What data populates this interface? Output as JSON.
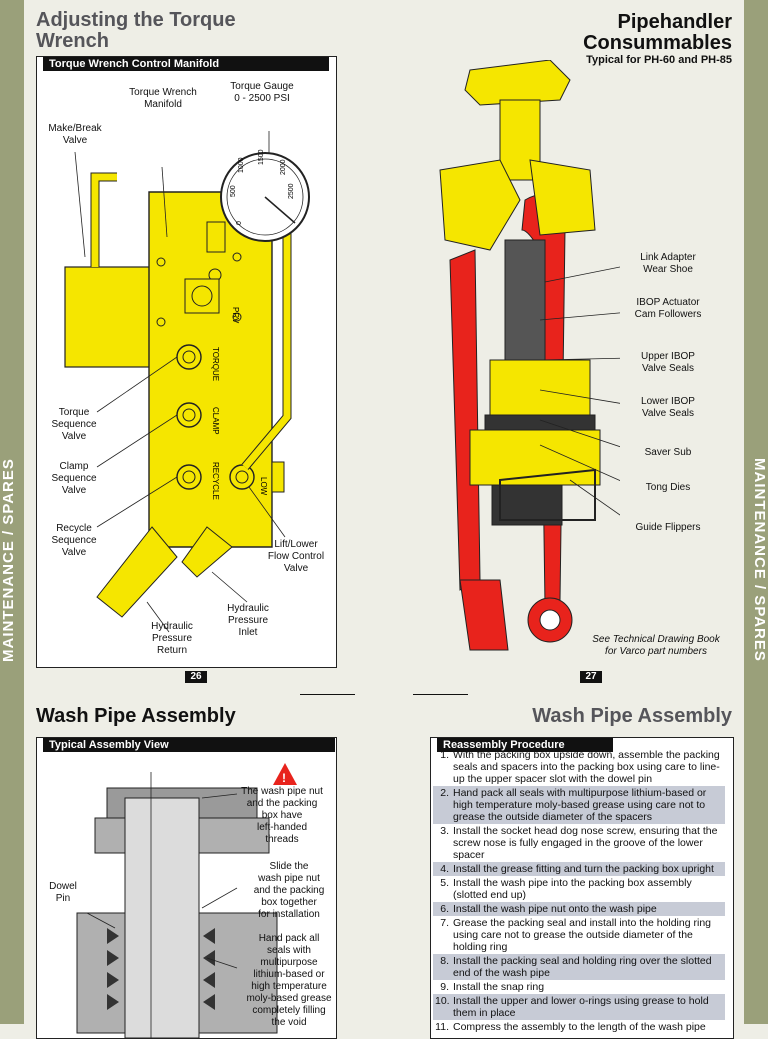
{
  "sidebar": {
    "left_label": "MAINTENANCE / SPARES",
    "right_label": "MAINTENANCE / SPARES"
  },
  "top_left": {
    "title_line1": "Adjusting the Torque",
    "title_line2": "Wrench",
    "panel_title": "Torque Wrench Control Manifold",
    "page_number": "26",
    "labels": {
      "manifold": [
        "Torque Wrench",
        "Manifold"
      ],
      "gauge": [
        "Torque Gauge",
        "0 - 2500 PSI"
      ],
      "make_break": [
        "Make/Break",
        "Valve"
      ],
      "torque_seq": [
        "Torque",
        "Sequence",
        "Valve"
      ],
      "clamp_seq": [
        "Clamp",
        "Sequence",
        "Valve"
      ],
      "recycle_seq": [
        "Recycle",
        "Sequence",
        "Valve"
      ],
      "lift_lower": [
        "Lift/Lower",
        "Flow Control",
        "Valve"
      ],
      "pressure_inlet": [
        "Hydraulic",
        "Pressure",
        "Inlet"
      ],
      "pressure_return": [
        "Hydraulic",
        "Pressure",
        "Return"
      ]
    },
    "manifold_marks": {
      "prv": "PRV",
      "torque": "TORQUE",
      "clamp": "CLAMP",
      "recycle": "RECYCLE",
      "lower": "LOW"
    }
  },
  "top_right": {
    "title_line1": "Pipehandler",
    "title_line2": "Consummables",
    "subtitle": "Typical for PH-60 and PH-85",
    "page_number": "27",
    "callouts": [
      [
        "Link Adapter",
        "Wear Shoe"
      ],
      [
        "IBOP Actuator",
        "Cam Followers"
      ],
      [
        "Upper IBOP",
        "Valve Seals"
      ],
      [
        "Lower IBOP",
        "Valve Seals"
      ],
      [
        "Saver Sub"
      ],
      [
        "Tong Dies"
      ],
      [
        "Guide Flippers"
      ]
    ],
    "note": [
      "See Technical Drawing Book",
      "for Varco part numbers"
    ]
  },
  "bottom_left": {
    "title": "Wash Pipe Assembly",
    "panel_title": "Typical Assembly View",
    "labels": {
      "warning_note": [
        "The wash pipe nut",
        "and the packing",
        "box have",
        "left-handed",
        "threads"
      ],
      "slide_note": [
        "Slide the",
        "wash pipe nut",
        "and the packing",
        "box together",
        "for installation"
      ],
      "dowel": [
        "Dowel",
        "Pin"
      ],
      "grease_note": [
        "Hand pack all",
        "seals with",
        "multipurpose",
        "lithium-based or",
        "high temperature",
        "moly-based grease",
        "completely filling",
        "the void"
      ]
    }
  },
  "bottom_right": {
    "title": "Wash Pipe Assembly",
    "panel_title": "Reassembly Procedure",
    "steps": [
      {
        "n": "1.",
        "text": "With the packing box upside down, assemble the packing seals and spacers into the packing box using care to line-up the upper spacer slot with the dowel pin",
        "shade": false
      },
      {
        "n": "2.",
        "text": "Hand pack all seals with multipurpose lithium-based or high temperature moly-based grease using care not to grease the outside diameter of the spacers",
        "shade": true
      },
      {
        "n": "3.",
        "text": "Install the socket head dog nose screw, ensuring that the screw nose is fully engaged in the groove of the lower spacer",
        "shade": false
      },
      {
        "n": "4.",
        "text": "Install the grease fitting and turn the packing box upright",
        "shade": true
      },
      {
        "n": "5.",
        "text": "Install the wash pipe into the packing box assembly (slotted end up)",
        "shade": false
      },
      {
        "n": "6.",
        "text": "Install the wash pipe nut onto the wash pipe",
        "shade": true
      },
      {
        "n": "7.",
        "text": "Grease the packing seal and install into the holding ring using care not to grease the outside diameter of the holding ring",
        "shade": false
      },
      {
        "n": "8.",
        "text": "Install the packing seal and holding ring over the slotted end of the wash pipe",
        "shade": true
      },
      {
        "n": "9.",
        "text": "Install the snap ring",
        "shade": false
      },
      {
        "n": "10.",
        "text": "Install the upper and lower o-rings using grease to hold them in place",
        "shade": true
      },
      {
        "n": "11.",
        "text": "Compress the assembly to the length of the wash pipe",
        "shade": false
      }
    ]
  },
  "colors": {
    "yellow": "#f5e600",
    "red": "#e8231c",
    "sideband": "#9aa07a",
    "title_gray": "#55555a"
  },
  "gauge_ticks": [
    "0",
    "500",
    "1000",
    "1500",
    "2000",
    "2500"
  ]
}
